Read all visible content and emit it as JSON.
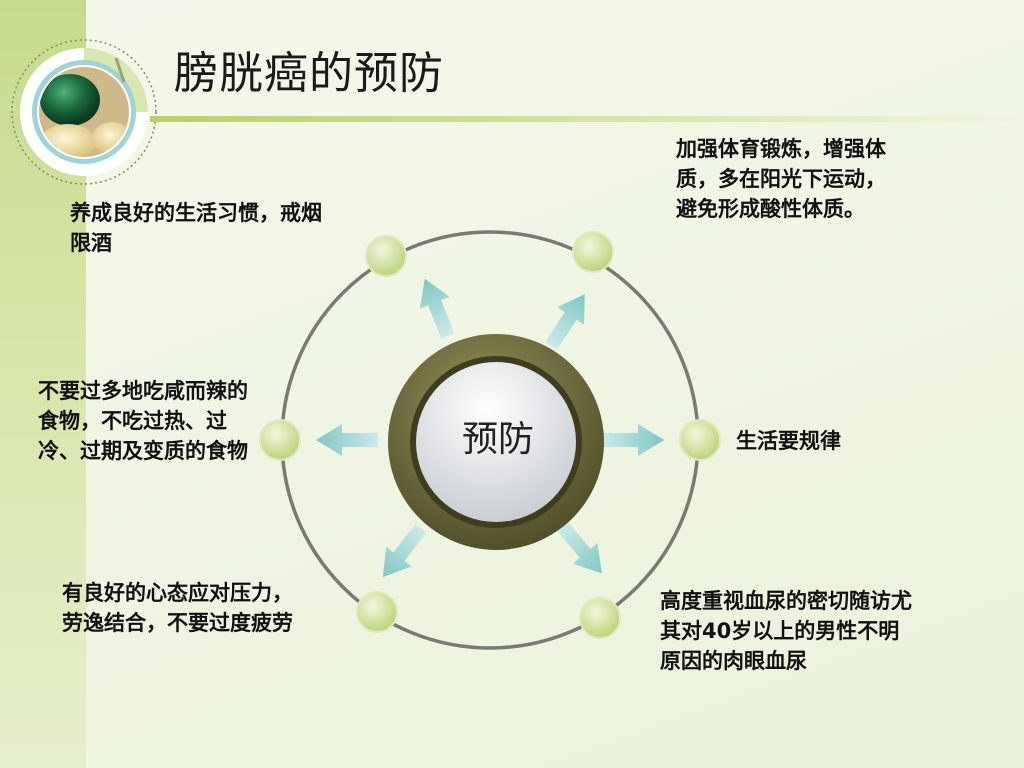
{
  "title": "膀胱癌的预防",
  "center": {
    "label": "预防"
  },
  "items": [
    {
      "text": "养成良好的生活习惯，戒烟限酒"
    },
    {
      "text": "加强体育锻炼，增强体质，多在阳光下运动，避免形成酸性体质。"
    },
    {
      "text": "不要过多地吃咸而辣的食物，不吃过热、过冷、过期及变质的食物"
    },
    {
      "text": "生活要规律"
    },
    {
      "text": "有良好的心态应对压力，劳逸结合，不要过度疲劳"
    },
    {
      "text": "高度重视血尿的密切随访尤其对40岁以上的男性不明原因的肉眼血尿"
    }
  ],
  "colors": {
    "ring": "#7a7a72",
    "node": "#c9dc8a",
    "arrow": "#8ecfcb",
    "center_outer": "#5c5a30",
    "center_inner": "#f0f2f4"
  },
  "icons": {
    "badge": "gem-photo-badge"
  }
}
